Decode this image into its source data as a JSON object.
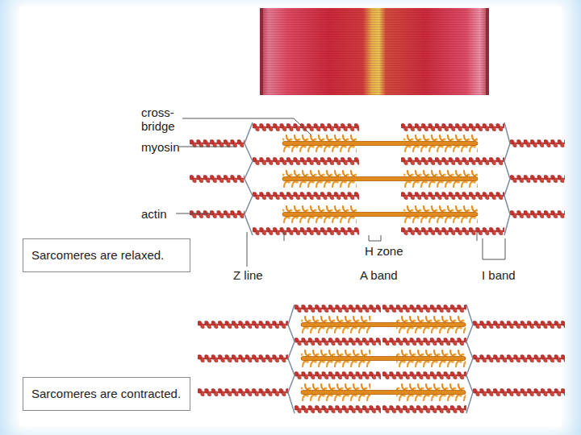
{
  "diagram": {
    "nodes": [
      {
        "text": [
          "Sarcomeres are relaxed."
        ]
      },
      {
        "text": [
          "Sarcomeres are contracted."
        ]
      }
    ],
    "labels": [
      "cross-bridge",
      "myosin",
      "actin",
      "H zone",
      "Z line",
      "A band",
      "I band"
    ]
  }
}
